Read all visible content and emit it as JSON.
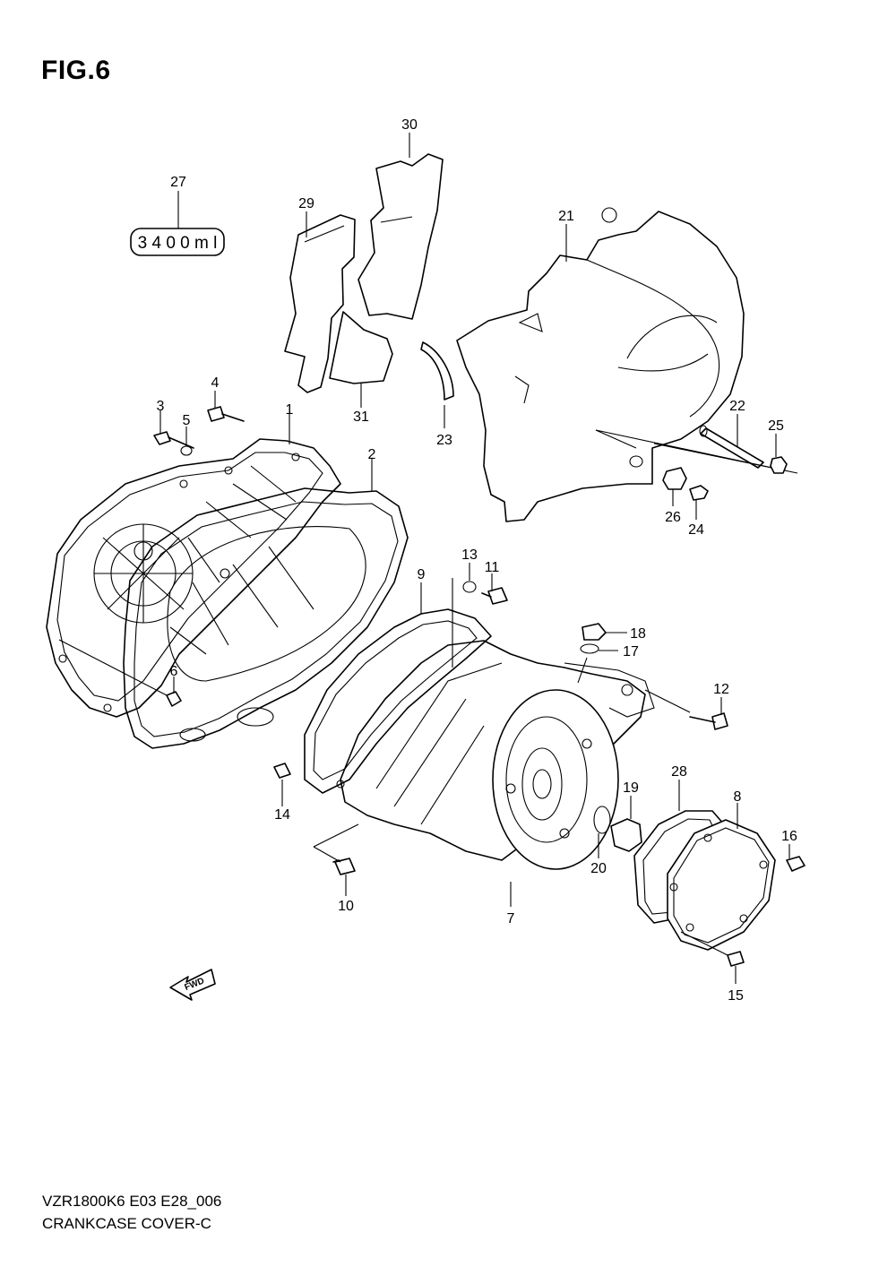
{
  "figure": {
    "title": "FIG.6",
    "model_code": "VZR1800K6 E03 E28_006",
    "section_name": "CRANKCASE COVER-C"
  },
  "label_27": "3 4 0 0 m l",
  "fwd_arrow": "FWD",
  "callouts": [
    "1",
    "2",
    "3",
    "4",
    "5",
    "6",
    "7",
    "8",
    "9",
    "10",
    "11",
    "12",
    "13",
    "14",
    "15",
    "16",
    "17",
    "18",
    "19",
    "20",
    "21",
    "22",
    "23",
    "24",
    "25",
    "26",
    "27",
    "28",
    "29",
    "30",
    "31"
  ]
}
